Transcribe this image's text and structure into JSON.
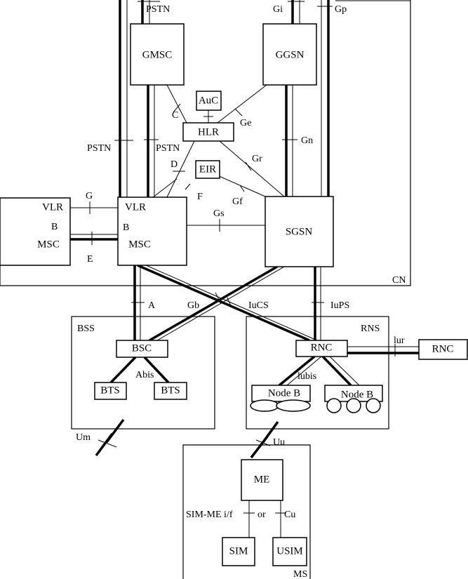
{
  "nodes": {
    "gmsc": "GMSC",
    "ggsn": "GGSN",
    "auc": "AuC",
    "hlr": "HLR",
    "eir": "EIR",
    "vlr_left": "VLR",
    "msc_left": "MSC",
    "vlr_main": "VLR",
    "msc_main": "MSC",
    "sgsn": "SGSN",
    "bsc": "BSC",
    "bts1": "BTS",
    "bts2": "BTS",
    "rnc": "RNC",
    "rnc_ext": "RNC",
    "nodeb1": "Node B",
    "nodeb2": "Node B",
    "me": "ME",
    "sim": "SIM",
    "usim": "USIM"
  },
  "interfaces": {
    "pstn_top": "PSTN",
    "gi": "Gi",
    "gp": "Gp",
    "c": "C",
    "ge": "Ge",
    "pstn_left": "PSTN",
    "pstn_mid": "PSTN",
    "gn": "Gn",
    "d": "D",
    "gr": "Gr",
    "g": "G",
    "f": "F",
    "gf": "Gf",
    "gs": "Gs",
    "b_left": "B",
    "b_main": "B",
    "e": "E",
    "a": "A",
    "gb": "Gb",
    "iucs": "IuCS",
    "iups": "IuPS",
    "abis": "Abis",
    "iur": "lur",
    "iubis": "lubis",
    "um": "Um",
    "uu": "Uu",
    "simme": "SIM-ME i/f",
    "or": "or",
    "cu": "Cu"
  },
  "regions": {
    "cn": "CN",
    "bss": "BSS",
    "rns": "RNS",
    "ms": "MS"
  }
}
